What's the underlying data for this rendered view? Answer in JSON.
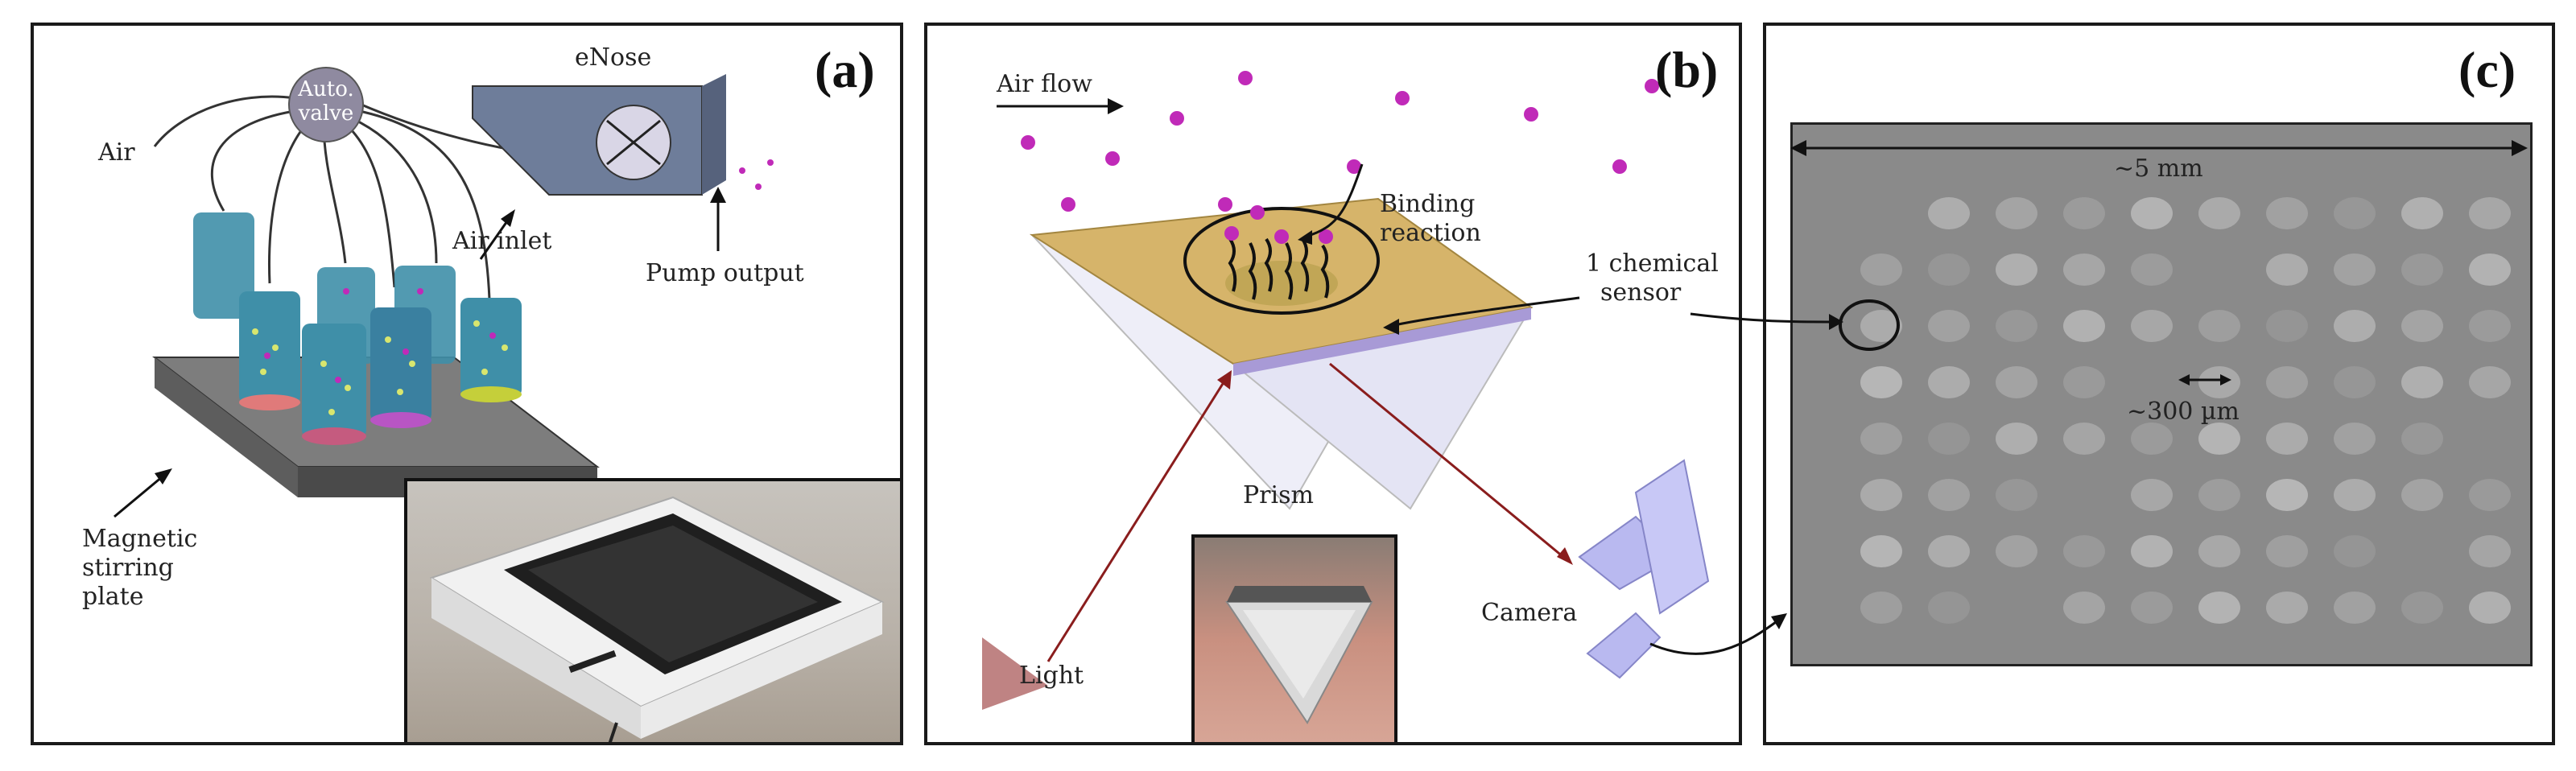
{
  "panel_a": {
    "tag": "(a)",
    "labels": {
      "auto_valve_line1": "Auto.",
      "auto_valve_line2": "valve",
      "enose": "eNose",
      "air": "Air",
      "air_inlet": "Air inlet",
      "pump_output": "Pump output",
      "stirring_line1": "Magnetic",
      "stirring_line2": "stirring",
      "stirring_line3": "plate"
    }
  },
  "panel_b": {
    "tag": "(b)",
    "labels": {
      "air_flow": "Air flow",
      "binding_line1": "Binding",
      "binding_line2": "reaction",
      "sensor_line1": "1 chemical",
      "sensor_line2": "sensor",
      "prism": "Prism",
      "light": "Light",
      "camera": "Camera"
    }
  },
  "panel_c": {
    "tag": "(c)",
    "labels": {
      "width": "~5 mm",
      "spot": "~300 µm"
    }
  },
  "colors": {
    "molecule": "#c02ab8",
    "vial": "#3f8fa8",
    "enose_box": "#6e7d9a",
    "sensor_gold": "#d6b46a",
    "light_ray": "#8a1d1d",
    "camera": "#b9b9f0",
    "sensor_image_bg": "#8a8a8a"
  }
}
